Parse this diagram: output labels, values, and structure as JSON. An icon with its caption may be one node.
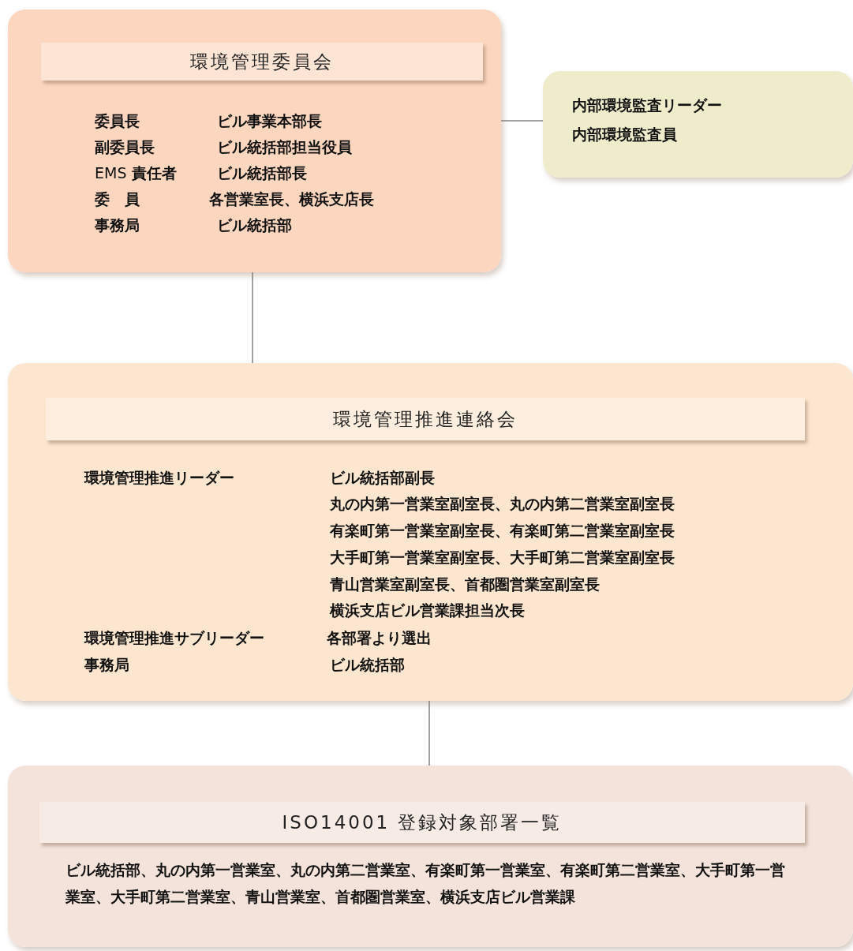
{
  "diagram": {
    "nodes": [
      {
        "text": [
          "環境管理委員会",
          "委員長",
          "ビル事業本部長",
          "副委員長",
          "ビル統括部担当役員",
          "EMS **責任者**",
          "ビル統括部長",
          "委　員",
          "各営業室長、横浜支店長",
          "事務局",
          "ビル統括部"
        ]
      },
      {
        "text": [
          "内部環境監査リーダー",
          "内部環境監査員"
        ]
      },
      {
        "text": [
          "環境管理推進連絡会",
          "環境管理推進リーダー",
          "ビル統括部副長",
          "丸の内第一営業室副室長、丸の内第二営業室副室長",
          "有楽町第一営業室副室長、有楽町第二営業室副室長",
          "大手町第一営業室副室長、大手町第二営業室副室長",
          "青山営業室副室長、首都圏営業室副室長",
          "横浜支店ビル営業課担当次長",
          "環境管理推進サブリーダー",
          "各部署より選出",
          "事務局",
          "ビル統括部"
        ]
      },
      {
        "text": [
          "ISO14001 登録対象部署一覧",
          "ビル統括部、丸の内第一営業室、丸の内第二営業室、有楽町第一営業室、有楽町第二営業室、大手町第一営業室、大手町第二営業室、青山営業室、首都圏営業室、横浜支店ビル営業課"
        ]
      }
    ],
    "edges": [
      {
        "from": 0,
        "to": 1,
        "arrow": "none"
      },
      {
        "from": 0,
        "to": 2,
        "arrow": "none"
      },
      {
        "from": 2,
        "to": 3,
        "arrow": "none"
      }
    ]
  }
}
